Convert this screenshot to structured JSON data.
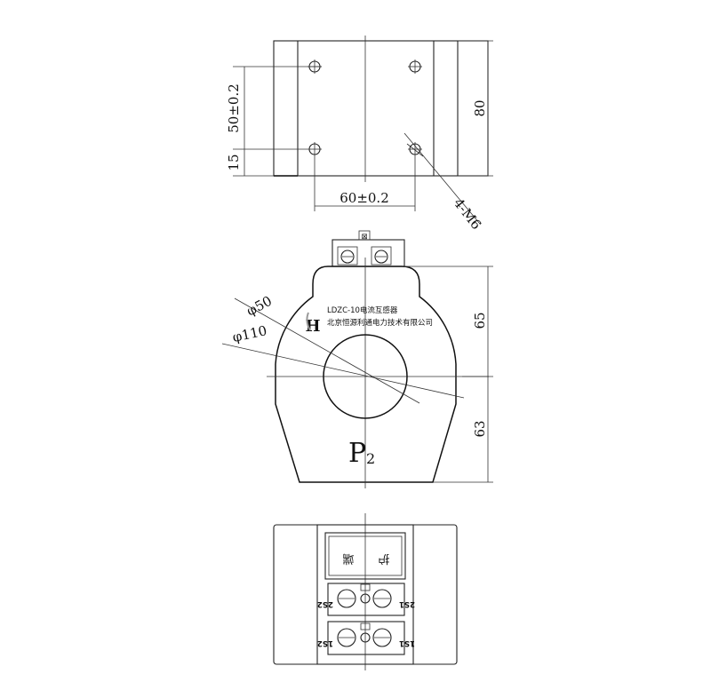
{
  "top_view": {
    "dim_vertical_spacing": "50±0.2",
    "dim_edge": "15",
    "dim_height": "80",
    "dim_horizontal_spacing": "60±0.2",
    "hole_callout": "4-M6"
  },
  "front_view": {
    "dim_inner_diameter": "φ50",
    "dim_outer_diameter": "φ110",
    "dim_upper_height": "65",
    "dim_lower_height": "63",
    "nameplate_line1": "LDZC-10电流互感器",
    "nameplate_line2": "北京恒源利通电力技术有限公司",
    "logo_text": "H",
    "terminal_label_main": "P",
    "terminal_label_sub": "2",
    "top_terminal_mark": "⊠"
  },
  "bottom_view": {
    "window_text_left": "端",
    "window_text_right": "护",
    "terminal_s2_upper": "2S2",
    "terminal_s1_upper": "2S1",
    "terminal_s2_lower": "1S2",
    "terminal_s1_lower": "1S1"
  }
}
